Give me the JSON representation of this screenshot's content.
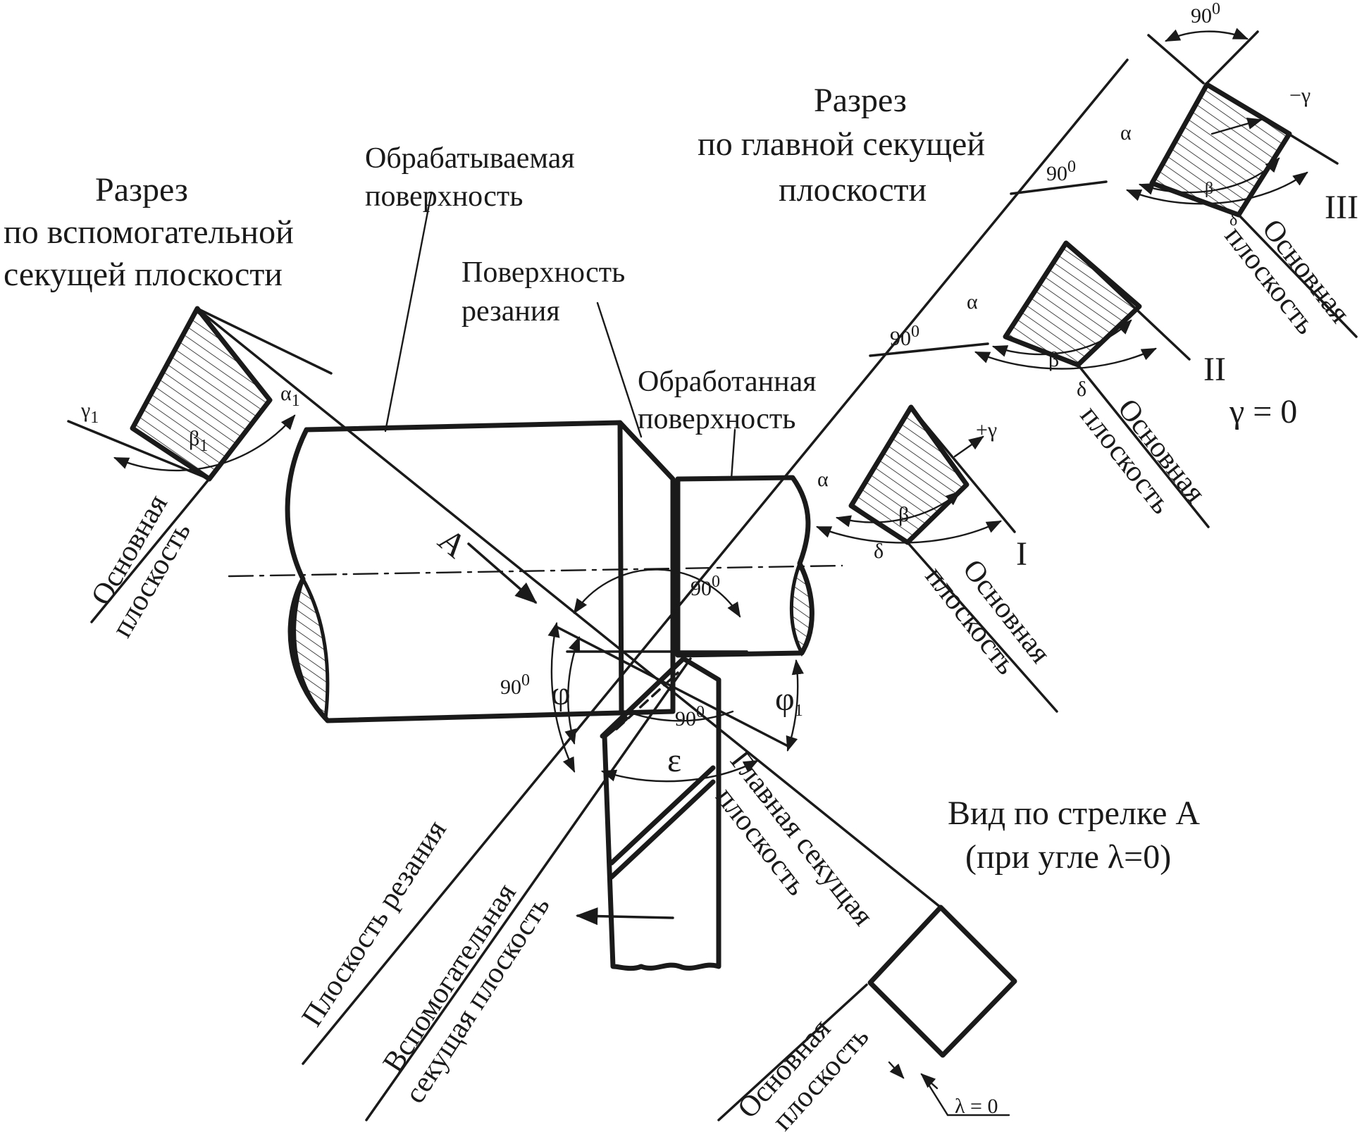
{
  "labels": {
    "aux_section_title_1": "Разрез",
    "aux_section_title_2": "по вспомогательной",
    "aux_section_title_3": "секущей плоскости",
    "main_section_title_1": "Разрез",
    "main_section_title_2": "по главной секущей",
    "main_section_title_3": "плоскости",
    "machined_surface_1": "Обрабатываемая",
    "machined_surface_2": "поверхность",
    "cutting_surface_1": "Поверхность",
    "cutting_surface_2": "резания",
    "processed_surface_1": "Обработанная",
    "processed_surface_2": "поверхность",
    "base_plane_1": "Основная",
    "base_plane_2": "плоскость",
    "cutting_plane": "Плоскость резания",
    "aux_cutting_plane_1": "Вспомогательная",
    "aux_cutting_plane_2": "секущая плоскость",
    "main_cutting_plane_1": "Главная секущая",
    "main_cutting_plane_2": "плоскость",
    "view_A_1": "Вид по стрелке А",
    "view_A_2": "(при угле λ=0)",
    "gamma_zero": "γ = 0",
    "lambda_zero": "λ = 0",
    "arrow_A": "А",
    "section_I": "I",
    "section_II": "II",
    "section_III": "III"
  },
  "angles": {
    "ninety": "90",
    "degree_sup": "0",
    "phi": "φ",
    "phi1": "φ",
    "phi1_sub": "1",
    "epsilon": "ε",
    "alpha": "α",
    "beta": "β",
    "delta": "δ",
    "plus_gamma": "+γ",
    "minus_gamma": "−γ",
    "gamma1": "γ",
    "gamma1_sub": "1",
    "alpha1": "α",
    "alpha1_sub": "1",
    "beta1": "β",
    "beta1_sub": "1"
  }
}
